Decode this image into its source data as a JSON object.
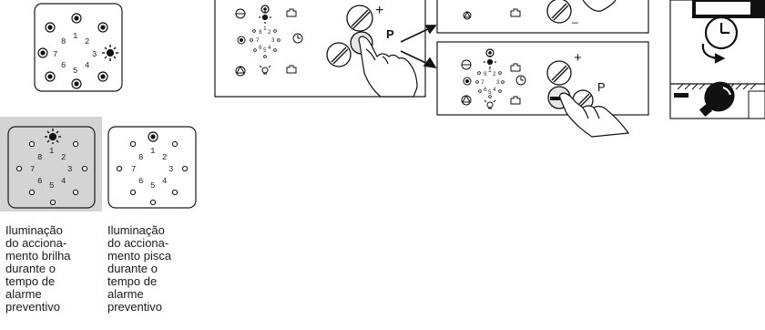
{
  "dial_digits": [
    "1",
    "2",
    "3",
    "4",
    "5",
    "6",
    "7",
    "8"
  ],
  "captions": {
    "left": "Iluminação\ndo acciona-\nmento brilha\ndurante o\ntempo de\nalarme\npreventivo",
    "right": "Iluminação\ndo acciona-\nmento pisca\ndurante o\ntempo de\nalarme\npreventivo"
  },
  "panel": {
    "p_label": "P",
    "plus_label": "+",
    "minus_label": "–"
  },
  "colors": {
    "line": "#1a1a1a",
    "highlight_bg": "#d4d4d4",
    "black": "#111111"
  },
  "icons": [
    "sun-icon",
    "bell-icon",
    "clock-icon",
    "lightbulb-icon",
    "hand-pointer-icon"
  ]
}
